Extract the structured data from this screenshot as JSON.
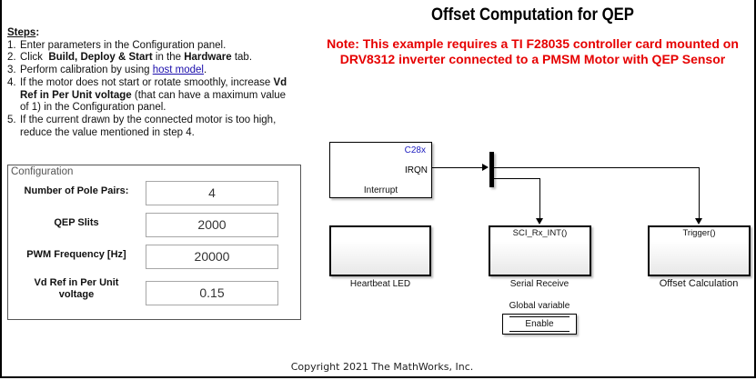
{
  "header": {
    "title": "Offset Computation for QEP",
    "note_line1": "Note: This example requires a TI F28035 controller card mounted on",
    "note_line2": "DRV8312 inverter connected to a PMSM Motor with QEP Sensor"
  },
  "steps": {
    "title": "Steps",
    "colon": ":",
    "items": [
      {
        "num": "1.",
        "text": "Enter parameters in the Configuration panel."
      },
      {
        "num": "2.",
        "pre": "Click  ",
        "bold1": "Build, Deploy & Start",
        "mid": " in the ",
        "bold2": "Hardware",
        "post": " tab."
      },
      {
        "num": "3.",
        "pre": "Perform calibration by using ",
        "link": "host model",
        "post": "."
      },
      {
        "num": "4.",
        "pre": "If the motor does not start or rotate smoothly, increase ",
        "bold1": "Vd Ref in Per Unit voltage",
        "post": " (that can have a maximum value of 1) in the Configuration panel."
      },
      {
        "num": "5.",
        "text": "If the current drawn by the connected motor is too high, reduce the value mentioned in step 4."
      }
    ]
  },
  "config": {
    "title": "Configuration",
    "fields": [
      {
        "label": "Number of Pole Pairs:",
        "value": "4"
      },
      {
        "label": "QEP Slits",
        "value": "2000"
      },
      {
        "label": "PWM Frequency [Hz]",
        "value": "20000"
      },
      {
        "label": "Vd Ref in Per Unit voltage",
        "value": "0.15"
      }
    ]
  },
  "diagram": {
    "interrupt": {
      "target": "C28x",
      "port": "IRQN",
      "label": "Interrupt",
      "target_color": "#2020c0"
    },
    "heartbeat": {
      "label": "Heartbeat LED"
    },
    "serial": {
      "trigger": "SCI_Rx_INT()",
      "label": "Serial Receive"
    },
    "offset": {
      "trigger": "Trigger()",
      "label": "Offset Calculation"
    },
    "global": {
      "caption": "Global variable",
      "name": "Enable"
    }
  },
  "footer": {
    "copyright": "Copyright 2021 The MathWorks, Inc."
  }
}
